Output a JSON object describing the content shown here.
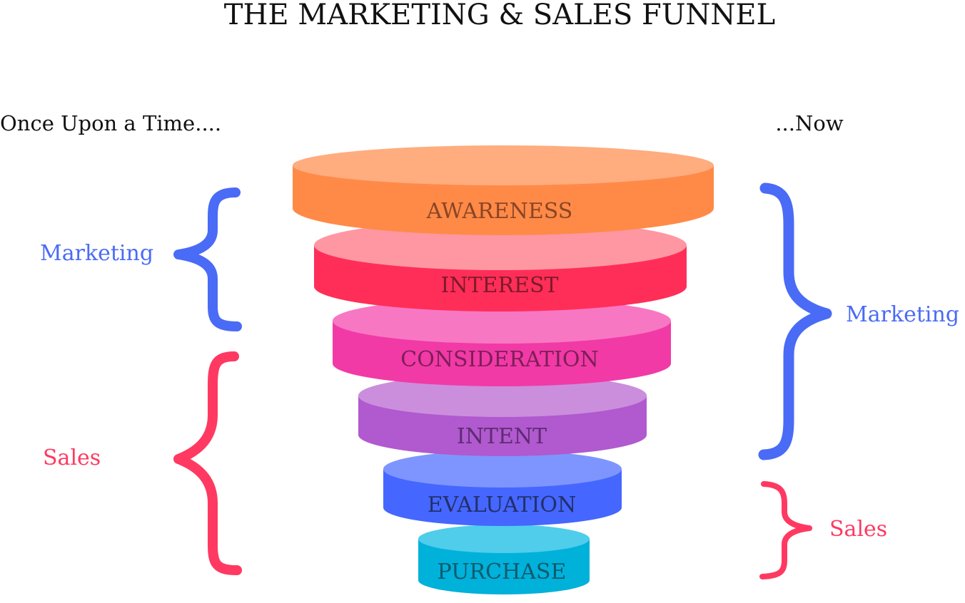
{
  "title": "THE MARKETING & SALES FUNNEL",
  "columns": {
    "left_heading": "Once Upon a Time....",
    "right_heading": "...Now"
  },
  "stages": [
    {
      "label": "AWARENESS",
      "top_color": "#FFAC7E",
      "body_color": "#FF8A47",
      "text_color": "#8A4525"
    },
    {
      "label": "INTEREST",
      "top_color": "#FF97A3",
      "body_color": "#FF2E58",
      "text_color": "#7D1A2C"
    },
    {
      "label": "CONSIDERATION",
      "top_color": "#F877C3",
      "body_color": "#F13AA6",
      "text_color": "#7D1E58"
    },
    {
      "label": "INTENT",
      "top_color": "#CB8EDD",
      "body_color": "#B159CF",
      "text_color": "#5E2B73"
    },
    {
      "label": "EVALUATION",
      "top_color": "#7E95FF",
      "body_color": "#4567FF",
      "text_color": "#22306B"
    },
    {
      "label": "PURCHASE",
      "top_color": "#4FCDEB",
      "body_color": "#00B1DA",
      "text_color": "#0E5A6E"
    }
  ],
  "groups": {
    "then": [
      {
        "label": "Marketing",
        "color": "#4A6BF6"
      },
      {
        "label": "Sales",
        "color": "#FF3961"
      }
    ],
    "now": [
      {
        "label": "Marketing",
        "color": "#4A6BF6"
      },
      {
        "label": "Sales",
        "color": "#FF3961"
      }
    ]
  }
}
